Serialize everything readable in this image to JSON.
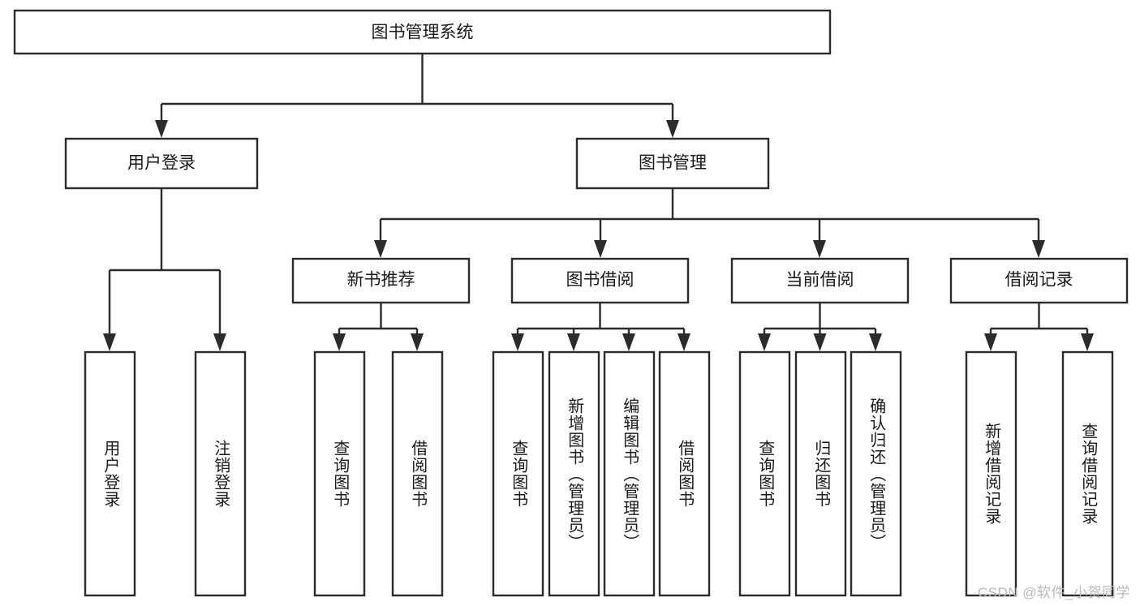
{
  "diagram": {
    "title": "图书管理系统",
    "type": "tree-hierarchy",
    "watermark": "CSDN @软件_小贺同学",
    "colors": {
      "stroke": "#2b2b2b",
      "fill": "#ffffff",
      "text": "#1a1a1a",
      "watermark": "#b9b9b9"
    },
    "nodes": {
      "root": {
        "label": "图书管理系统"
      },
      "level2": [
        {
          "id": "user-login",
          "label": "用户登录"
        },
        {
          "id": "book-manage",
          "label": "图书管理"
        }
      ],
      "level3": [
        {
          "id": "new-book-recommend",
          "label": "新书推荐"
        },
        {
          "id": "book-borrow",
          "label": "图书借阅"
        },
        {
          "id": "current-borrow",
          "label": "当前借阅"
        },
        {
          "id": "borrow-record",
          "label": "借阅记录"
        }
      ],
      "leaves": {
        "user-login": [
          {
            "id": "leaf-user-login",
            "label": "用户登录"
          },
          {
            "id": "leaf-logout",
            "label": "注销登录"
          }
        ],
        "new-book-recommend": [
          {
            "id": "leaf-query-book-1",
            "label": "查询图书"
          },
          {
            "id": "leaf-borrow-book-1",
            "label": "借阅图书"
          }
        ],
        "book-borrow": [
          {
            "id": "leaf-query-book-2",
            "label": "查询图书"
          },
          {
            "id": "leaf-add-book-admin",
            "label": "新增图书（管理员）"
          },
          {
            "id": "leaf-edit-book-admin",
            "label": "编辑图书（管理员）"
          },
          {
            "id": "leaf-borrow-book-2",
            "label": "借阅图书"
          }
        ],
        "current-borrow": [
          {
            "id": "leaf-query-book-3",
            "label": "查询图书"
          },
          {
            "id": "leaf-return-book",
            "label": "归还图书"
          },
          {
            "id": "leaf-confirm-return-admin",
            "label": "确认归还（管理员）"
          }
        ],
        "borrow-record": [
          {
            "id": "leaf-add-borrow-record",
            "label": "新增借阅记录"
          },
          {
            "id": "leaf-query-borrow-record",
            "label": "查询借阅记录"
          }
        ]
      }
    }
  }
}
